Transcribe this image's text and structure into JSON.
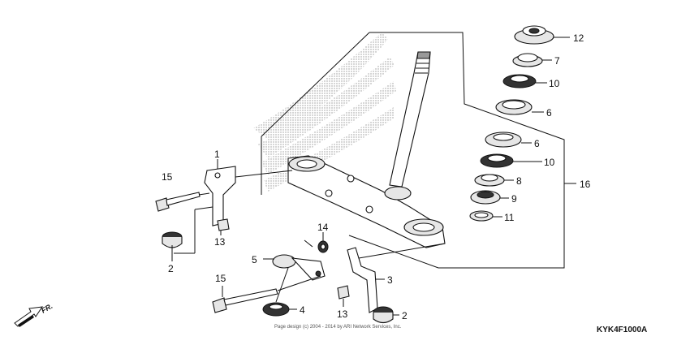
{
  "diagram": {
    "callouts": [
      {
        "id": "c12",
        "text": "12"
      },
      {
        "id": "c7",
        "text": "7"
      },
      {
        "id": "c10a",
        "text": "10"
      },
      {
        "id": "c6a",
        "text": "6"
      },
      {
        "id": "c6b",
        "text": "6"
      },
      {
        "id": "c10b",
        "text": "10"
      },
      {
        "id": "c8",
        "text": "8"
      },
      {
        "id": "c9",
        "text": "9"
      },
      {
        "id": "c11",
        "text": "11"
      },
      {
        "id": "c16",
        "text": "16"
      },
      {
        "id": "c1",
        "text": "1"
      },
      {
        "id": "c15a",
        "text": "15"
      },
      {
        "id": "c13a",
        "text": "13"
      },
      {
        "id": "c2a",
        "text": "2"
      },
      {
        "id": "c14",
        "text": "14"
      },
      {
        "id": "c5",
        "text": "5"
      },
      {
        "id": "c3",
        "text": "3"
      },
      {
        "id": "c15b",
        "text": "15"
      },
      {
        "id": "c4",
        "text": "4"
      },
      {
        "id": "c13b",
        "text": "13"
      },
      {
        "id": "c2b",
        "text": "2"
      }
    ],
    "direction_label": "FR.",
    "diagram_code": "KYK4F1000A",
    "copyright": "Page design (c) 2004 - 2014 by ARI Network Services, Inc."
  }
}
